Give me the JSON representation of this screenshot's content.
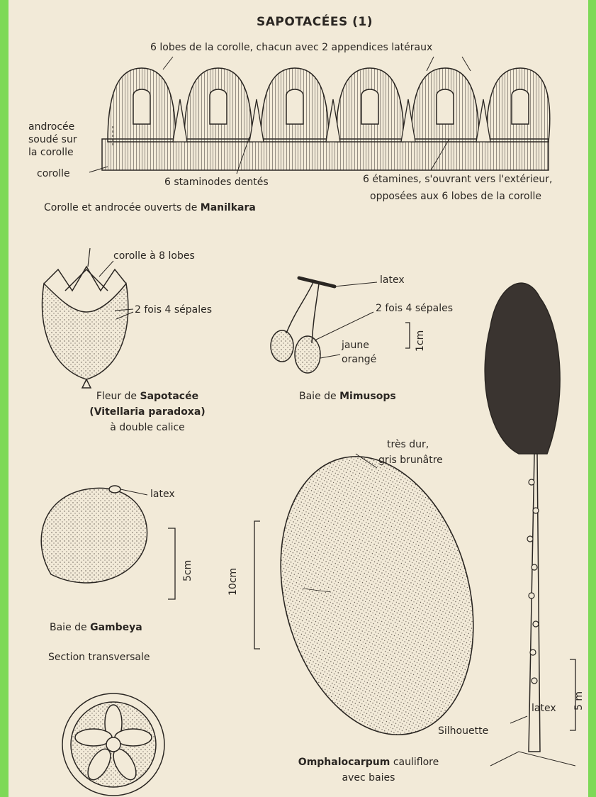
{
  "title": "SAPOTACÉES (1)",
  "manilkara": {
    "lobes": "6 lobes de la corolle, chacun avec 2 appendices latéraux",
    "androcee_1": "androcée",
    "androcee_2": "soudé sur",
    "androcee_3": "la corolle",
    "corolle": "corolle",
    "staminodes": "6 staminodes dentés",
    "etamines_1": "6 étamines, s'ouvrant vers l'extérieur,",
    "etamines_2": "opposées aux 6 lobes de la corolle",
    "caption_pre": "Corolle et androcée ouverts de ",
    "caption_genus": "Manilkara"
  },
  "vitellaria": {
    "corolle": "corolle à 8 lobes",
    "sepales": "2 fois 4 sépales",
    "caption_1_pre": "Fleur de ",
    "caption_1_bold": "Sapotacée",
    "caption_2": "(Vitellaria paradoxa)",
    "caption_3": "à double calice"
  },
  "mimusops": {
    "latex": "latex",
    "sepales": "2 fois 4 sépales",
    "jaune": "jaune",
    "orange": "orangé",
    "scale": "1cm",
    "caption_pre": "Baie de ",
    "caption_genus": "Mimusops"
  },
  "gambeya": {
    "latex": "latex",
    "scale": "5cm",
    "caption_pre": "Baie de ",
    "caption_genus": "Gambeya",
    "section": "Section transversale"
  },
  "omphalocarpum": {
    "label_1": "très dur,",
    "label_2": "gris brunâtre",
    "scale": "10cm",
    "caption_genus": "Omphalocarpum",
    "caption_post": " cauliflore",
    "caption_2": "avec baies"
  },
  "tree": {
    "silhouette": "Silhouette",
    "latex": "latex",
    "scale": "5 m"
  }
}
